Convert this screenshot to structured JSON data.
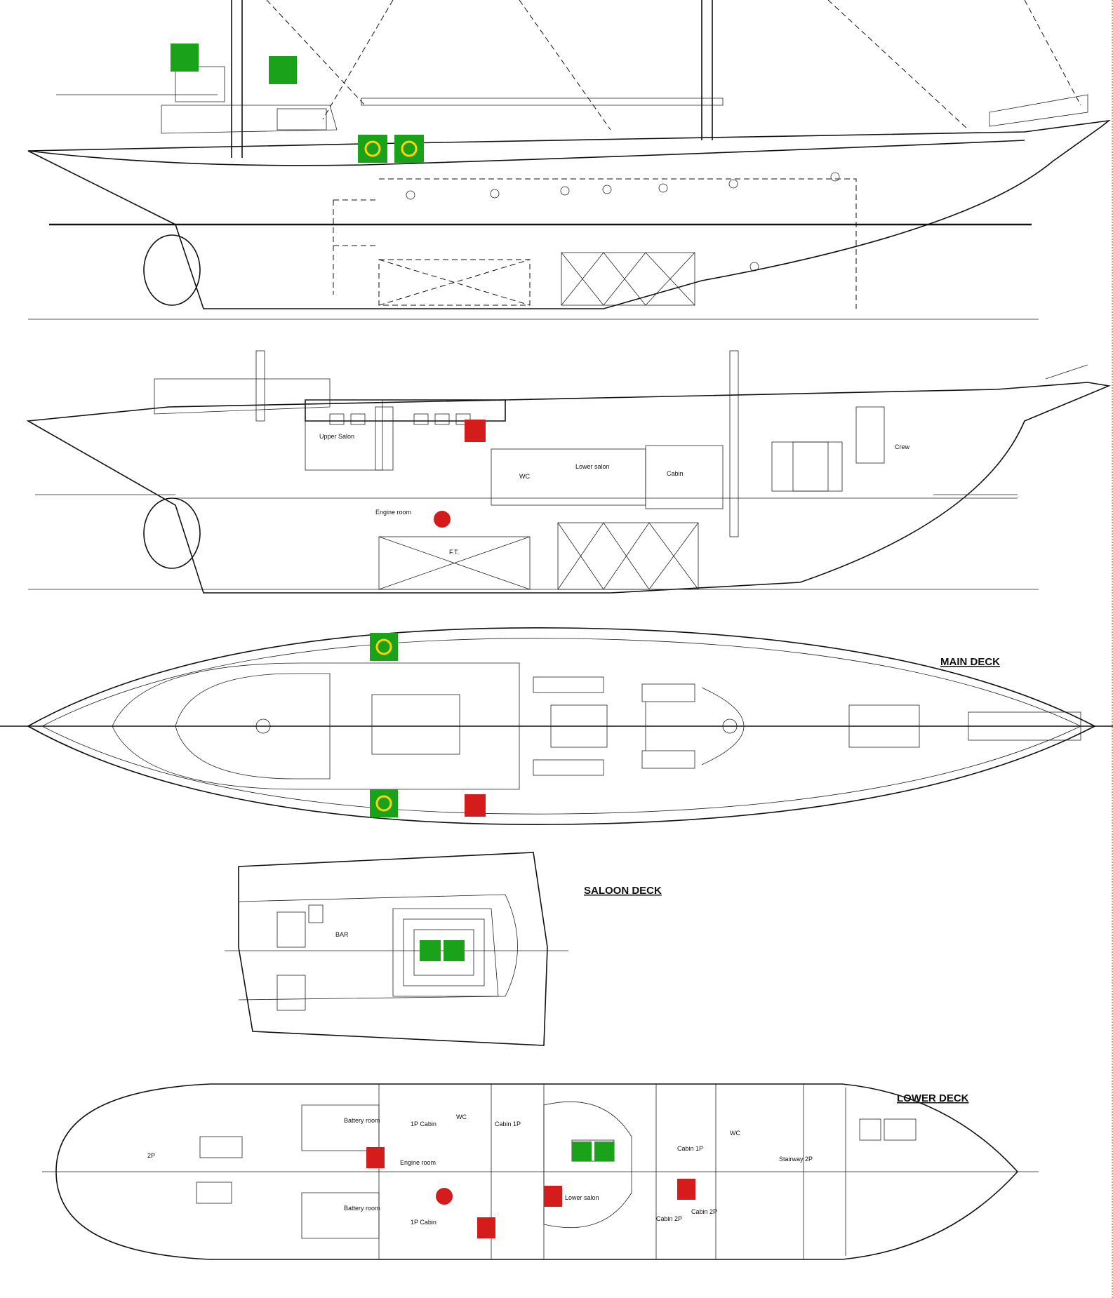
{
  "deck_titles": {
    "main": "MAIN DECK",
    "saloon": "SALOON DECK",
    "lower": "LOWER DECK"
  },
  "profile_labels": {
    "upper_salon": "Upper Salon",
    "engine_room": "Engine room",
    "lower_salon": "Lower salon",
    "cabin": "Cabin",
    "crew": "Crew",
    "wc": "WC",
    "fuel_tank": "F.T."
  },
  "saloon_labels": {
    "bar": "BAR"
  },
  "lower_labels": {
    "battery_room_1": "Battery room",
    "battery_room_2": "Battery room",
    "cabin_1p_a": "1P Cabin",
    "cabin_1p_b": "Cabin 1P",
    "cabin_1p_c": "1P Cabin",
    "cabin_1p_d": "Cabin 1P",
    "cabin_2p_a": "Cabin 2P",
    "cabin_2p_b": "Cabin 2P",
    "engine_room": "Engine room",
    "lower_salon": "Lower salon",
    "stairway": "Stairway 2P",
    "wc_1": "WC",
    "wc_2": "WC",
    "fwd_2p": "2P"
  },
  "safety_marks": {
    "colors": {
      "green": "#1aa31a",
      "red": "#d41c1c",
      "note": "#22dd22"
    },
    "icons": [
      "liferaft-icon",
      "life-jacket-icon",
      "lifebuoy-icon",
      "fire-extinguisher-icon",
      "fire-hose-icon",
      "assembly-point-icon"
    ]
  }
}
